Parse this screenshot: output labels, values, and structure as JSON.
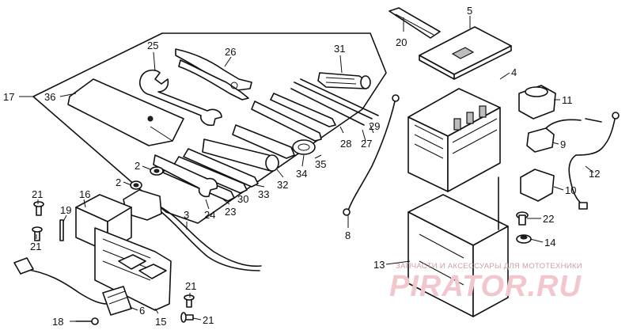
{
  "callouts": {
    "c2a": "2",
    "c2b": "2",
    "c3": "3",
    "c4": "4",
    "c5": "5",
    "c6": "6",
    "c8": "8",
    "c9": "9",
    "c10": "10",
    "c11": "11",
    "c12": "12",
    "c13": "13",
    "c14": "14",
    "c15": "15",
    "c16": "16",
    "c17": "17",
    "c18": "18",
    "c19": "19",
    "c20": "20",
    "c21a": "21",
    "c21b": "21",
    "c21c": "21",
    "c21d": "21",
    "c22": "22",
    "c23": "23",
    "c24": "24",
    "c25": "25",
    "c26": "26",
    "c27": "27",
    "c28": "28",
    "c29": "29",
    "c30": "30",
    "c31": "31",
    "c32": "32",
    "c33": "33",
    "c34": "34",
    "c35": "35",
    "c36": "36"
  },
  "watermark": {
    "tagline": "ЗАПЧАСТИ И АКСЕССУАРЫ ДЛЯ МОТОТЕХНИКИ",
    "brand": "PIRATOR.RU"
  },
  "colors": {
    "line": "#111111",
    "watermark": "#f2c6cd"
  }
}
